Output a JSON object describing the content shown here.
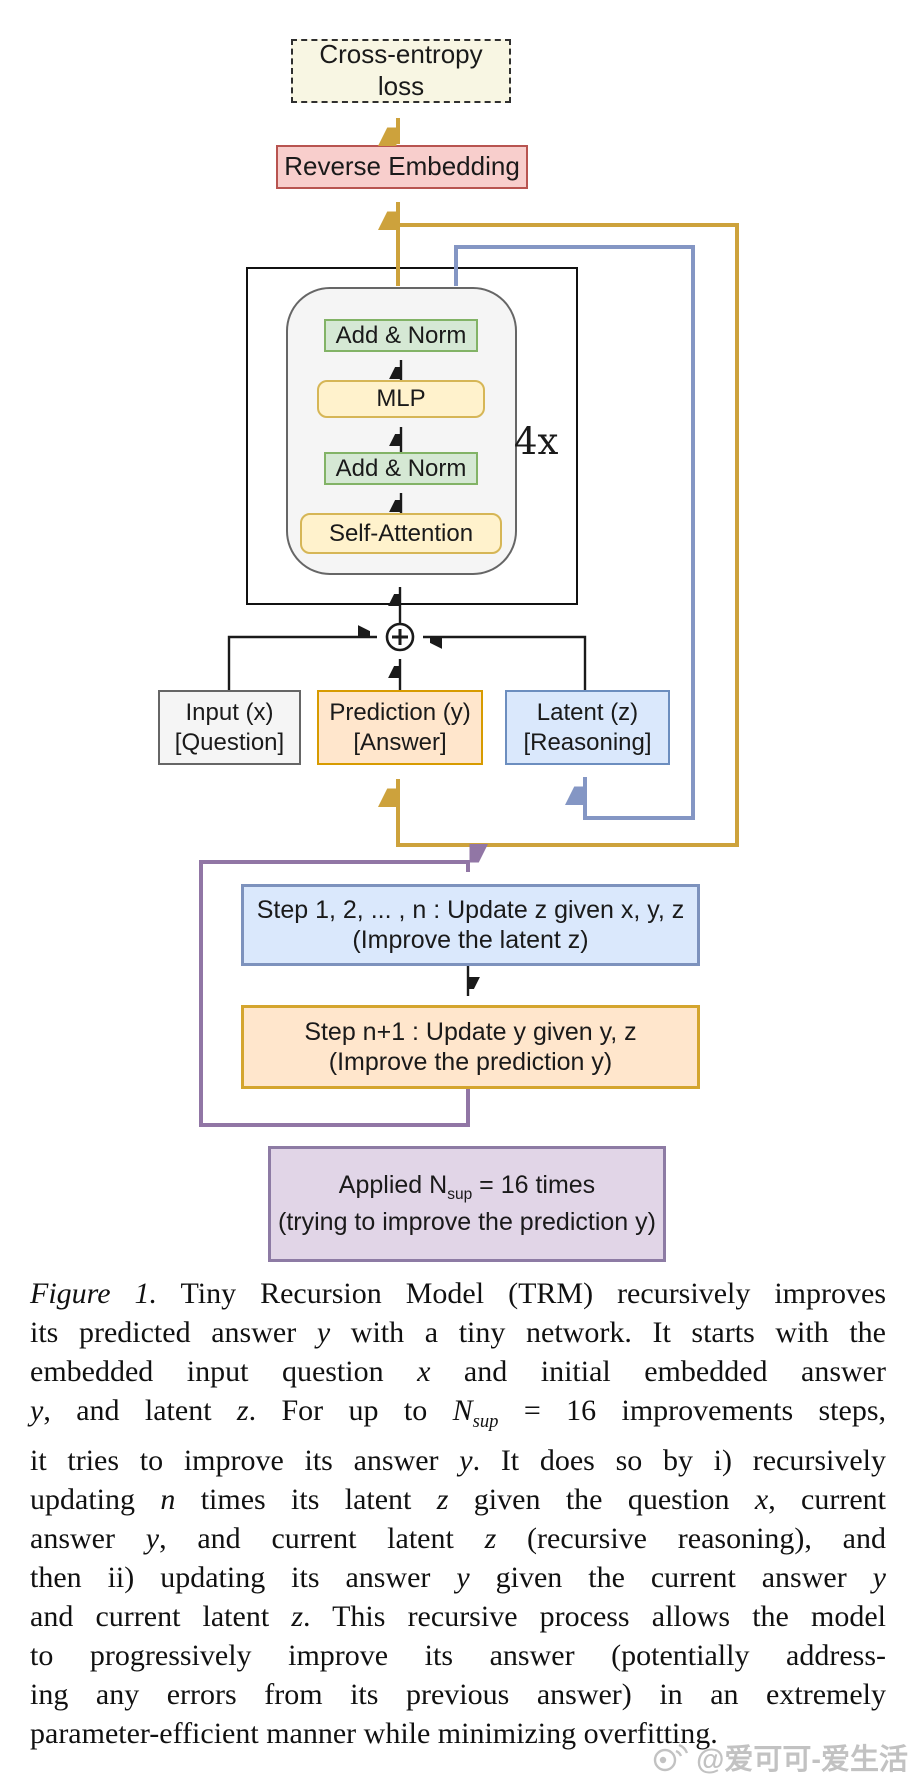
{
  "diagram": {
    "loss_label": "Cross-entropy loss",
    "reverse_embedding_label": "Reverse Embedding",
    "block": {
      "add_norm_1": "Add & Norm",
      "mlp": "MLP",
      "add_norm_2": "Add & Norm",
      "self_attention": "Self-Attention",
      "repeat": "4x"
    },
    "state_boxes": {
      "input": {
        "l1": "Input (x)",
        "l2": "[Question]"
      },
      "prediction": {
        "l1": "Prediction (y)",
        "l2": "[Answer]"
      },
      "latent": {
        "l1": "Latent (z)",
        "l2": "[Reasoning]"
      }
    },
    "steps": {
      "update_z": {
        "l1": "Step 1, 2, ... , n : Update z given x, y, z",
        "l2": "(Improve the latent z)"
      },
      "update_y": {
        "l1": "Step n+1 : Update y given y, z",
        "l2": "(Improve the prediction y)"
      },
      "applied": {
        "l1": [
          {
            "t": "Applied N"
          },
          {
            "t": "sup",
            "sub": true
          },
          {
            "t": " = 16 times"
          }
        ],
        "l2": "(trying to improve the prediction y)"
      }
    },
    "colors": {
      "gold_line": "#cda23c",
      "blue_line": "#8496c4",
      "purple_line": "#9176a5",
      "red_box_border": "#b85450",
      "red_box_fill": "#f8cecc",
      "green_box_border": "#82b366",
      "green_box_fill": "#d5e8d4",
      "yellow_box_border": "#d6b656",
      "yellow_box_fill": "#fff2cc",
      "orange_box_border": "#d79b00",
      "orange_box_fill": "#ffe6cc",
      "blue_box_border": "#6c8ebf",
      "blue_box_fill": "#dae8fc",
      "purple_box_border": "#8d7ba4",
      "purple_box_fill": "#e1d5e7",
      "cream_fill": "#f8f6e3"
    }
  },
  "caption": {
    "lines": [
      [
        {
          "t": "Figure 1.",
          "i": true
        },
        {
          "t": " Tiny Recursion Model (TRM) recursively improves"
        }
      ],
      [
        {
          "t": "its predicted answer "
        },
        {
          "t": "y",
          "i": true
        },
        {
          "t": " with a tiny network. It starts with the"
        }
      ],
      [
        {
          "t": "embedded input question "
        },
        {
          "t": "x",
          "i": true
        },
        {
          "t": " and initial embedded answer"
        }
      ],
      [
        {
          "t": "y",
          "i": true
        },
        {
          "t": ", and latent "
        },
        {
          "t": "z",
          "i": true
        },
        {
          "t": ". For up to "
        },
        {
          "t": "N",
          "i": true
        },
        {
          "t": "sup",
          "i": true,
          "sub": true
        },
        {
          "t": " = 16 improvements steps,"
        }
      ],
      [
        {
          "t": "it tries to improve its answer "
        },
        {
          "t": "y",
          "i": true
        },
        {
          "t": ". It does so by i) recursively"
        }
      ],
      [
        {
          "t": "updating "
        },
        {
          "t": "n",
          "i": true
        },
        {
          "t": " times its latent "
        },
        {
          "t": "z",
          "i": true
        },
        {
          "t": " given the question "
        },
        {
          "t": "x",
          "i": true
        },
        {
          "t": ", current"
        }
      ],
      [
        {
          "t": "answer "
        },
        {
          "t": "y",
          "i": true
        },
        {
          "t": ", and current latent "
        },
        {
          "t": "z",
          "i": true
        },
        {
          "t": " (recursive reasoning), and"
        }
      ],
      [
        {
          "t": "then ii) updating its answer "
        },
        {
          "t": "y",
          "i": true
        },
        {
          "t": " given the current answer "
        },
        {
          "t": "y",
          "i": true
        }
      ],
      [
        {
          "t": "and current latent "
        },
        {
          "t": "z",
          "i": true
        },
        {
          "t": ". This recursive process allows the model"
        }
      ],
      [
        {
          "t": "to progressively improve its answer (potentially address-"
        }
      ],
      [
        {
          "t": "ing any errors from its previous answer) in an extremely"
        }
      ],
      [
        {
          "t": "parameter-efficient manner while minimizing overfitting."
        }
      ]
    ]
  },
  "watermark": {
    "handle": "@爱可可-爱生活"
  }
}
